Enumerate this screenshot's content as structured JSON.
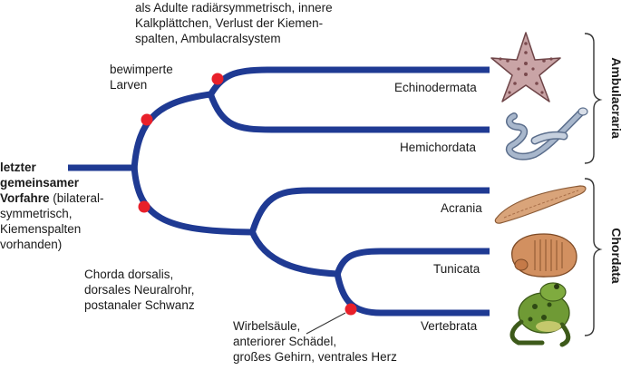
{
  "root": {
    "bold_line_1": "letzter",
    "bold_line_2": "gemeinsamer",
    "bold_line_3": "Vorfahre",
    "tail_1": " (bilateral-",
    "rest": "symmetrisch,\nKiemenspalten\nvorhanden)"
  },
  "nodes": {
    "ambulacraria_traits": "als Adulte radiärsymmetrisch, innere\nKalkplättchen, Verlust der Kiemen-\nspalten, Ambulacralsystem",
    "ambulacraria_ancestor": "bewimperte\nLarven",
    "chordata_ancestor": "Chorda dorsalis,\ndorsales Neuralrohr,\npostanaler Schwanz",
    "vertebrata_traits": "Wirbelsäule,\nanteriorer Schädel,\ngroßes Gehirn, ventrales Herz"
  },
  "taxa": {
    "echinodermata": "Echinodermata",
    "hemichordata": "Hemichordata",
    "acrania": "Acrania",
    "tunicata": "Tunicata",
    "vertebrata": "Vertebrata"
  },
  "groups": {
    "ambulacraria": "Ambulacraria",
    "chordata": "Chordata"
  },
  "colors": {
    "branch": "#1f3a93",
    "node_marker": "#e8202a",
    "bracket": "#333333"
  },
  "icons": {
    "echinodermata": "starfish-icon",
    "hemichordata": "acorn-worm-icon",
    "acrania": "lancelet-icon",
    "tunicata": "tunicate-icon",
    "vertebrata": "frog-icon"
  }
}
